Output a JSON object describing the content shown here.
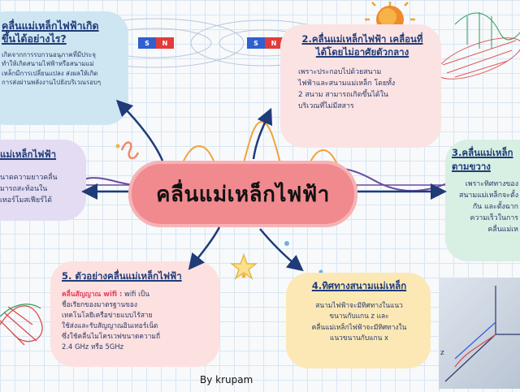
{
  "center": {
    "title": "คลื่นแม่เหล็กไฟฟ้า"
  },
  "box1": {
    "title_line1": "คลื่นแม่เหล็กไฟฟ้าเกิด",
    "title_line2": "ขึ้นได้อย่างไร?",
    "body": [
      "เกิดจากการรบกวนอนุภาคที่มีประจุ",
      "ทำให้เกิดสนามไฟฟ้าหรือสนามแม่",
      "เหล็กมีการเปลี่ยนแปลง ส่งผลให้เกิด",
      "การส่งผ่านพลังงานไปยังบริเวณรอบๆ"
    ]
  },
  "box2": {
    "title_line1": "2.คลื่นแม่เหล็กไฟฟ้า เคลื่อนที่",
    "title_line2": "ได้โดยไม่อาศัยตัวกลาง",
    "body": [
      "เพราะประกอบไปด้วยสนาม",
      "ไฟฟ้าและสนามแม่เหล็ก โดยทั้ง",
      "2 สนาม สามารถเกิดขึ้นได้ใน",
      "บริเวณที่ไม่มีสสาร"
    ]
  },
  "box3": {
    "title_line1": "3.คลื่นแม่เหล็ก",
    "title_line2": "ตามขวาง",
    "body": [
      "เพราะทิศทางของ",
      "สนามแม่เหล็กจะตั้ง",
      "กัน และตั้งฉาก",
      "ความเร็วในการ",
      "คลื่นแม่เห"
    ]
  },
  "box4": {
    "title": "4.ทิศทางสนามแม่เหล็ก",
    "body": [
      "สนามไฟฟ้าจะมีทิศทางในแนว",
      "ขนานกับแกน z และ",
      "คลื่นแม่เหล็กไฟฟ้าจะมีทิศทางใน",
      "แนวขนานกับแกน x"
    ]
  },
  "box5": {
    "title": "5. ตัวอย่างคลื่นแม่เหล็กไฟฟ้า",
    "highlight": "คลื่นสัญญาณ wifi :",
    "body_first": " wifi เป็น",
    "body": [
      "ชื่อเรียกของมาตรฐานของ",
      "เทคโนโลยีเครือข่ายแบบไร้สาย",
      "ใช้ส่งและรับสัญญาณอินเทอร์เน็ต",
      "ซึ่งใช้คลื่นไมโครเวฟขนาดความถี่",
      "2.4 GHz หรือ 5GHz"
    ]
  },
  "box6": {
    "title": "แม่เหล็กไฟฟ้า",
    "body": [
      "นาดความยาวคลื่น",
      "มารถสะท้อนใน",
      "เทอร์โมสเฟียร์ได้"
    ]
  },
  "magnet": {
    "s": "S",
    "n": "N"
  },
  "axis": {
    "z": "z"
  },
  "credit": "By krupam",
  "colors": {
    "center": "#f08a8f",
    "box1": "#cde6f2",
    "box2": "#fbe3e3",
    "box3": "#d8efe4",
    "box4": "#fbe8b5",
    "box5": "#fde0e0",
    "box6": "#e3dcf2",
    "title": "#1f3b78",
    "arrow": "#1f3b78"
  }
}
